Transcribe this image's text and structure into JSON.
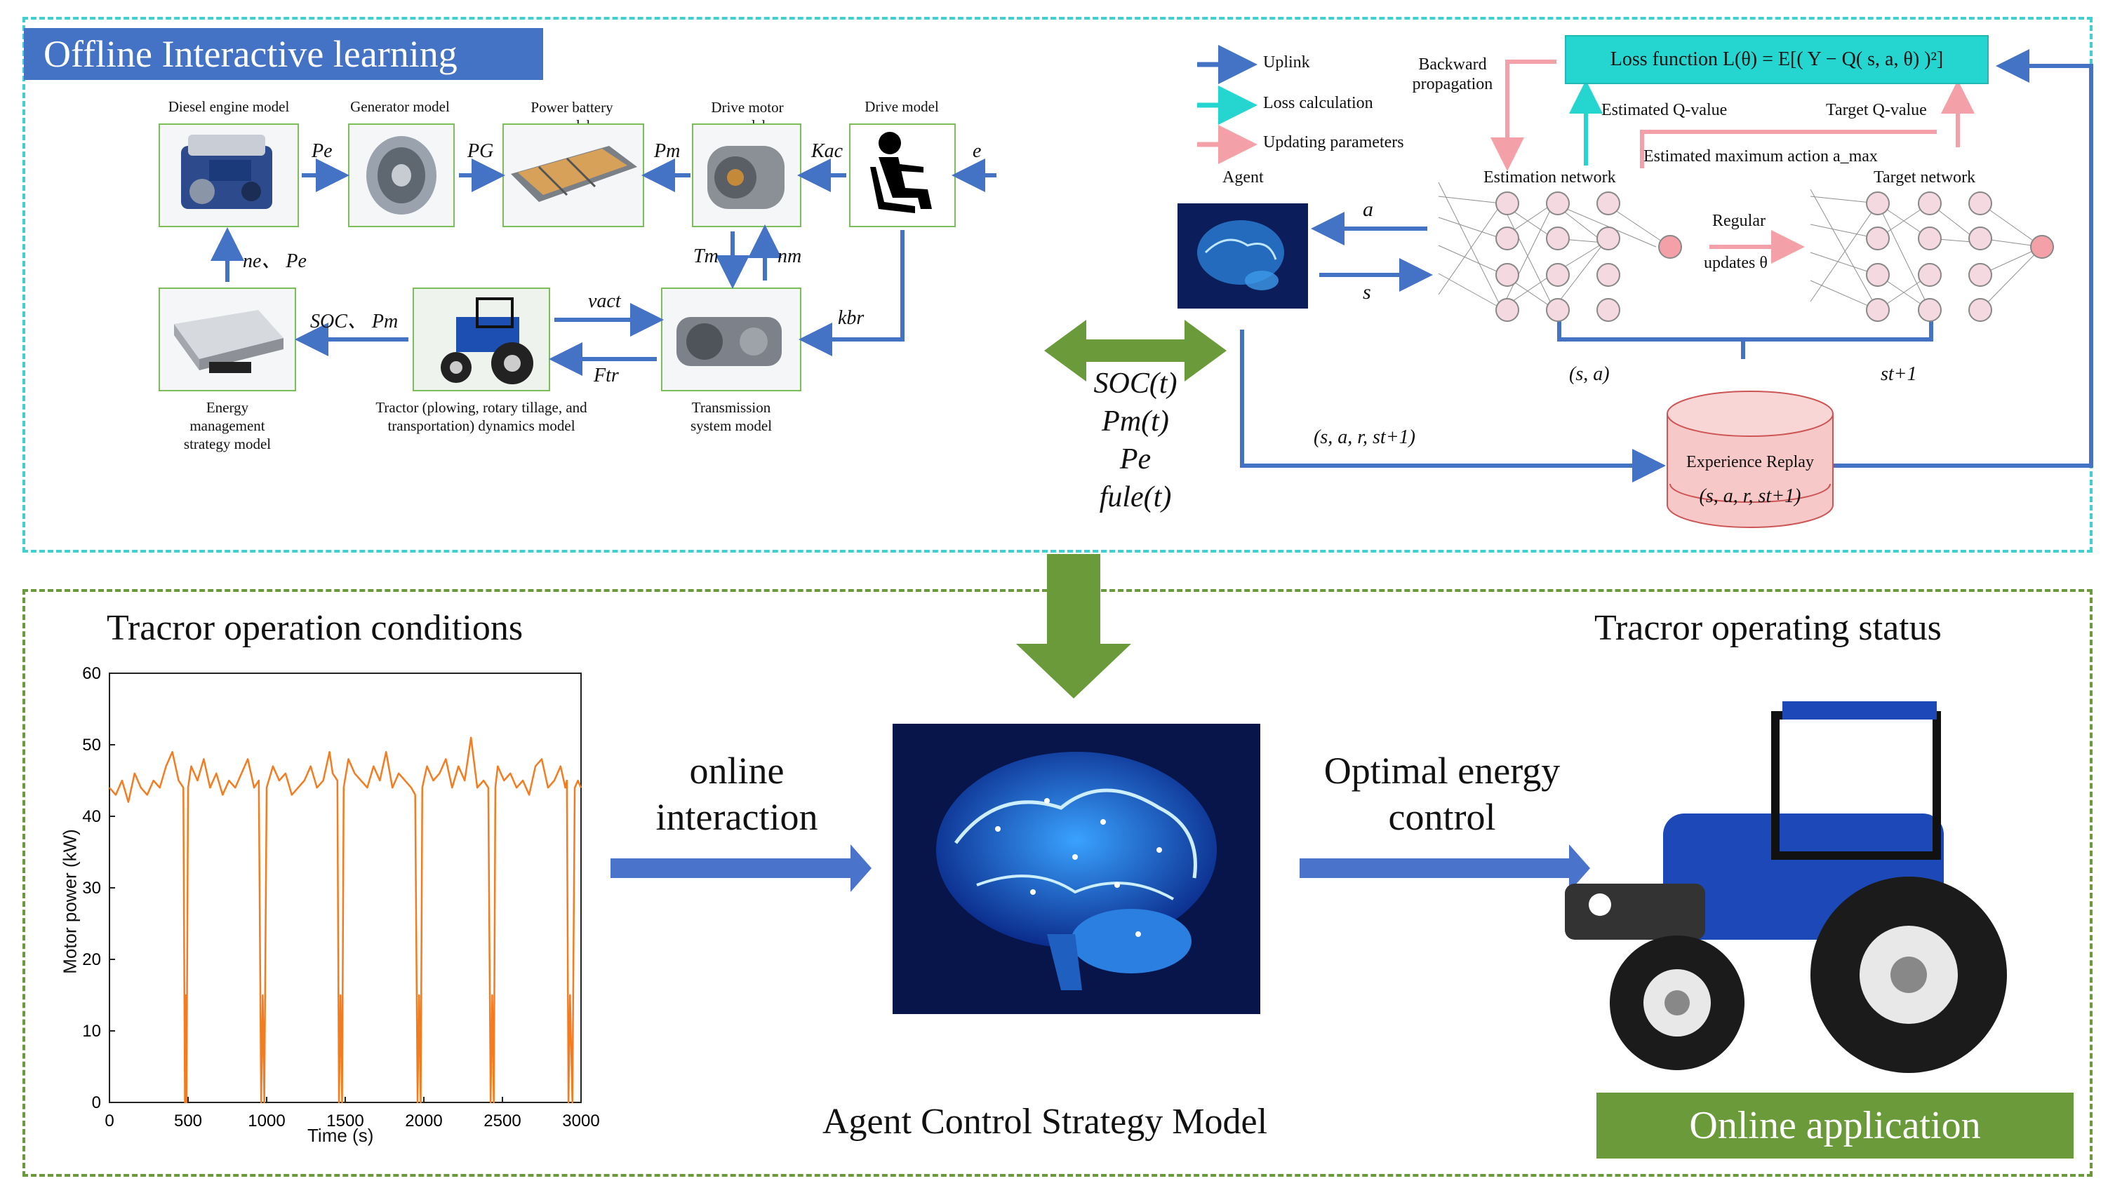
{
  "offline": {
    "title": "Offline Interactive learning",
    "models": {
      "diesel": "Diesel engine model",
      "generator": "Generator model",
      "battery": "Power battery model",
      "motor": "Drive motor model",
      "drive": "Drive model",
      "ems_lines": [
        "Energy",
        "management",
        "strategy model"
      ],
      "tractor_lines": [
        "Tractor (plowing, rotary tillage, and",
        "transportation) dynamics model"
      ],
      "transmission_lines": [
        "Transmission",
        "system model"
      ]
    },
    "signals": {
      "Pe": "Pe",
      "PG": "PG",
      "Pm": "Pm",
      "Kac": "Kac",
      "e": "e",
      "ne_pe": "ne、 Pe",
      "Tm": "Tm",
      "nm": "nm",
      "soc_pm": "SOC、 Pm",
      "vact": "vact",
      "Ftr": "Ftr",
      "kbr": "kbr"
    },
    "outputs": [
      "SOC(t)",
      "Pm(t)",
      "Pe",
      "fule(t)"
    ]
  },
  "dqn": {
    "legend": [
      "Uplink",
      "Loss calculation",
      "Updating parameters"
    ],
    "backward": [
      "Backward",
      "propagation"
    ],
    "loss_function": "Loss function L(θ) = E[( Y − Q( s, a, θ) )²]",
    "estimated_q": "Estimated Q-value",
    "target_q": "Target Q-value",
    "estimated_max": "Estimated maximum action a_max",
    "agent": "Agent",
    "estimation_network": "Estimation network",
    "target_network": "Target network",
    "regular": "Regular",
    "updates": "updates θ",
    "a": "a",
    "s": "s",
    "sa": "(s, a)",
    "st1": "st+1",
    "sars": "(s, a, r, st+1)",
    "replay_title": "Experience Replay",
    "replay_sub": "(s, a, r, st+1)"
  },
  "online": {
    "left_title": "Tracror operation conditions",
    "right_title": "Tracror operating status",
    "online_interaction": [
      "online",
      "interaction"
    ],
    "optimal": [
      "Optimal energy",
      "control"
    ],
    "agent_model": "Agent Control Strategy Model",
    "online_app": "Online application"
  },
  "chart_data": {
    "type": "line",
    "xlabel": "Time (s)",
    "ylabel": "Motor power (kW)",
    "xlim": [
      0,
      3000
    ],
    "ylim": [
      0,
      60
    ],
    "xticks": [
      "0",
      "500",
      "1000",
      "1500",
      "2000",
      "2500",
      "3000"
    ],
    "yticks": [
      "0",
      "10",
      "20",
      "30",
      "40",
      "50",
      "60"
    ],
    "x": [
      0,
      40,
      80,
      120,
      160,
      200,
      240,
      280,
      320,
      360,
      400,
      440,
      470,
      480,
      485,
      490,
      500,
      520,
      560,
      600,
      640,
      680,
      720,
      760,
      800,
      840,
      880,
      920,
      950,
      965,
      975,
      985,
      1000,
      1040,
      1080,
      1120,
      1160,
      1200,
      1240,
      1280,
      1320,
      1360,
      1400,
      1420,
      1450,
      1460,
      1470,
      1480,
      1490,
      1520,
      1560,
      1600,
      1640,
      1680,
      1720,
      1760,
      1800,
      1840,
      1880,
      1920,
      1945,
      1960,
      1970,
      1980,
      1990,
      2020,
      2060,
      2100,
      2140,
      2180,
      2220,
      2260,
      2300,
      2340,
      2380,
      2410,
      2425,
      2435,
      2445,
      2455,
      2470,
      2510,
      2550,
      2590,
      2630,
      2670,
      2710,
      2750,
      2790,
      2830,
      2870,
      2900,
      2910,
      2920,
      2930,
      2945,
      2960,
      2980,
      3000
    ],
    "series": [
      {
        "values": [
          44,
          43,
          45,
          42,
          46,
          44,
          43,
          45,
          44,
          47,
          49,
          45,
          44,
          0,
          15,
          0,
          44,
          47,
          45,
          48,
          44,
          46,
          43,
          45,
          44,
          46,
          48,
          44,
          45,
          0,
          15,
          0,
          44,
          47,
          45,
          46,
          43,
          44,
          45,
          47,
          44,
          45,
          49,
          46,
          45,
          0,
          15,
          0,
          44,
          48,
          46,
          45,
          44,
          47,
          45,
          49,
          44,
          46,
          45,
          44,
          43,
          0,
          15,
          0,
          44,
          47,
          45,
          46,
          48,
          44,
          47,
          45,
          51,
          44,
          45,
          44,
          0,
          15,
          0,
          44,
          47,
          45,
          46,
          44,
          45,
          43,
          47,
          48,
          44,
          45,
          47,
          44,
          45,
          0,
          15,
          0,
          44,
          45,
          44
        ],
        "color": "#f47c20"
      }
    ]
  },
  "colors": {
    "uplink": "#4472c4",
    "loss": "#25d6d0",
    "update": "#f4a0a8",
    "green": "#6a9a3a",
    "line": "#f47c20"
  }
}
